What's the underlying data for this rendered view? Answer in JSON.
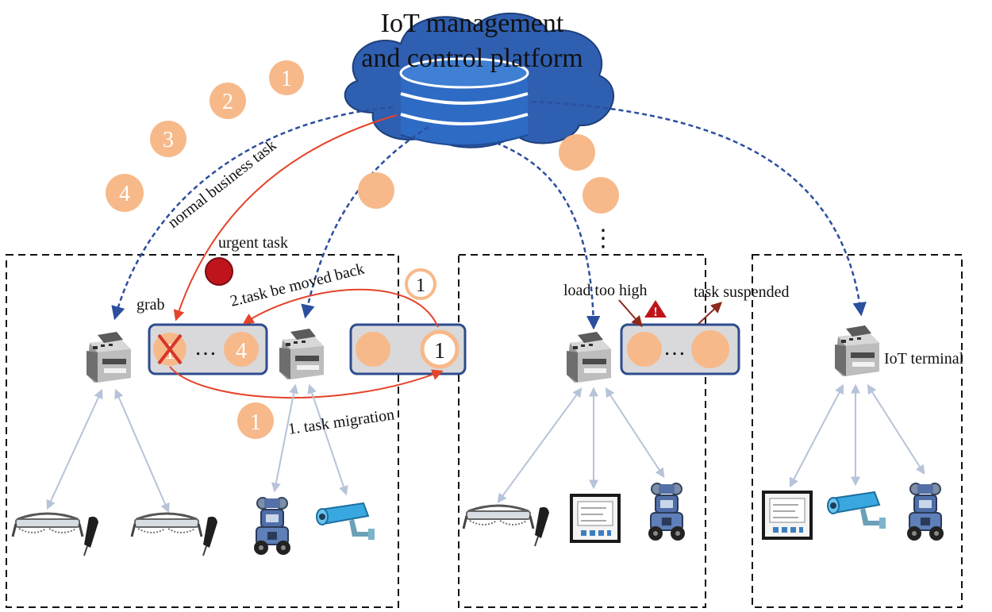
{
  "platform": {
    "title_line1": "IoT management",
    "title_line2": "and control platform",
    "cloud_color": "#2f5fb0",
    "db_color": "#2e6bc4"
  },
  "labels": {
    "normal_task": "normal business task",
    "urgent_task": "urgent task",
    "grab": "grab",
    "moved_back": "2.task be moved back",
    "migration": "1. task migration",
    "load_high": "load too high",
    "suspended": "task suspended",
    "terminal": "IoT terminal",
    "ellipsis": "…",
    "vdots": "⋮",
    "warning": "!"
  },
  "queue_numbers": {
    "n1": "1",
    "n2": "2",
    "n3": "3",
    "n4": "4",
    "q1_first": "1",
    "q1_last": "4",
    "q2_last": "1",
    "migrated": "1",
    "returned": "1"
  },
  "colors": {
    "task_orange": "#f7b98a",
    "urgent_red": "#c0141c",
    "arrow_blue": "#2b4f9e",
    "arrow_red": "#e5432a",
    "queue_fill": "#d9d9dc",
    "queue_border": "#2e4c8e",
    "device_link": "#b7c3d8"
  },
  "icons": [
    "cloud-icon",
    "database-icon",
    "edge-server-icon",
    "ar-glasses-icon",
    "sensor-probe-icon",
    "robot-icon",
    "camera-icon",
    "meter-panel-icon",
    "warning-icon",
    "cross-icon"
  ]
}
